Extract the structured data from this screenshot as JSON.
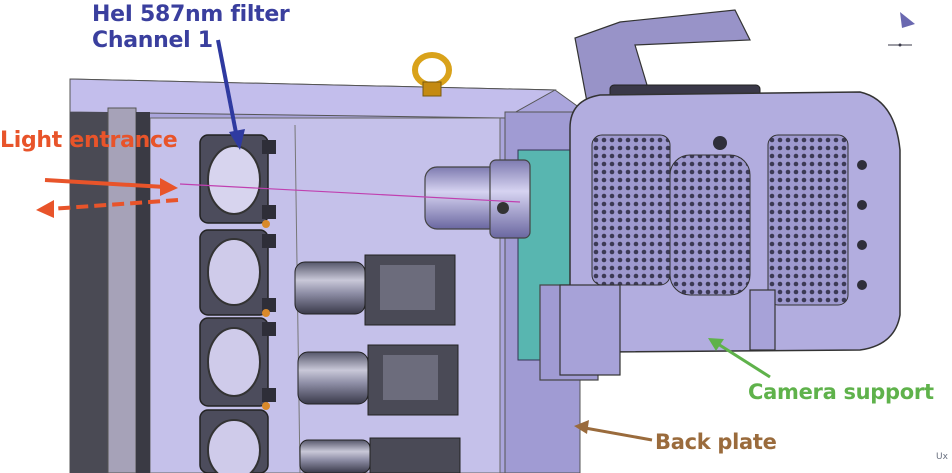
{
  "labels": {
    "filter_line1": "HeI 587nm filter",
    "filter_line2": "Channel 1",
    "light_entrance": "Light entrance",
    "camera_support": "Camera support",
    "back_plate": "Back plate"
  },
  "corner_axis_text": "Ux",
  "colors": {
    "filter_label": "#3a3f9e",
    "light_label": "#e8542a",
    "camera_label": "#5fb24b",
    "back_label": "#9a6b3c",
    "model_fill": "#b8b3e6",
    "model_dark": "#3e3e4c",
    "beam": "#c040b0"
  }
}
